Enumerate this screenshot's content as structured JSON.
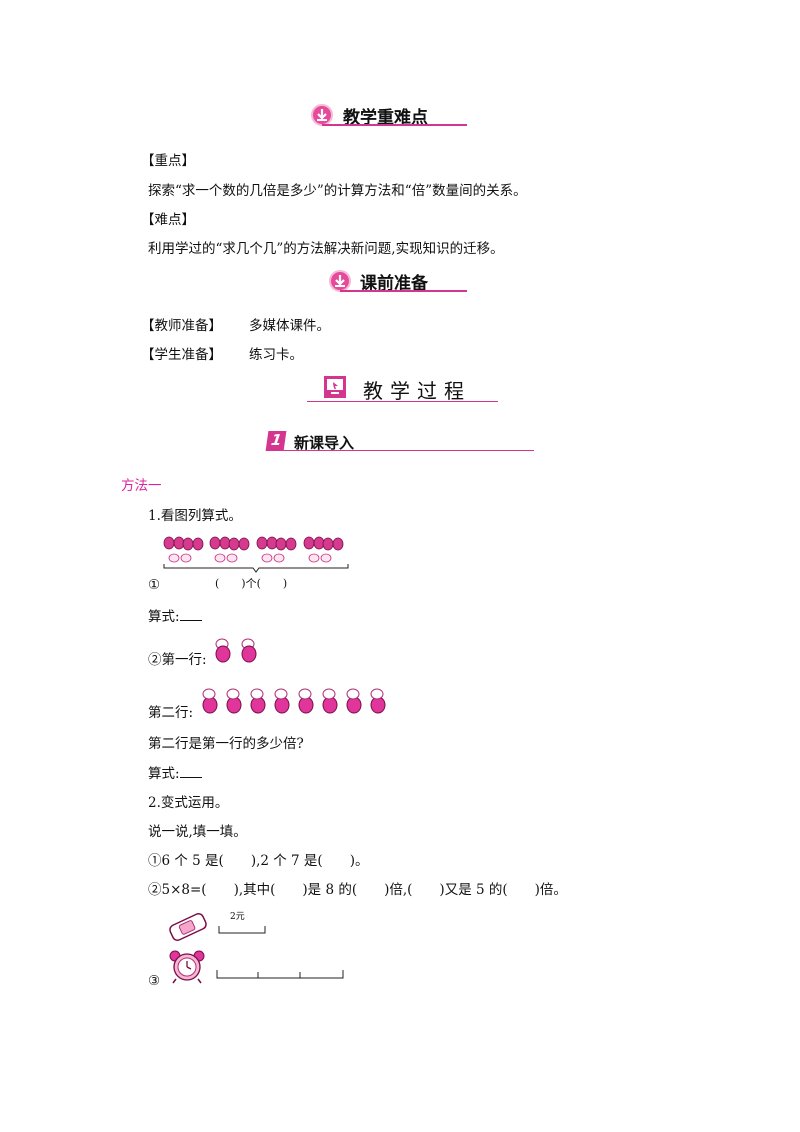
{
  "sections": {
    "difficulty": {
      "title": "教学重难点"
    },
    "prep": {
      "title": "课前准备"
    },
    "process": {
      "title": "教学过程"
    },
    "intro": {
      "number": "1",
      "title": "新课导入"
    }
  },
  "difficulty": {
    "key_label": "【重点】",
    "key_text": "探索“求一个数的几倍是多少”的计算方法和“倍”数量间的关系。",
    "hard_label": "【难点】",
    "hard_text": "利用学过的“求几个几”的方法解决新问题,实现知识的迁移。"
  },
  "prep": {
    "teacher_label": "【教师准备】",
    "teacher_text": "多媒体课件。",
    "student_label": "【学生准备】",
    "student_text": "练习卡。"
  },
  "method": "方法一",
  "exercise1": {
    "heading": "1.看图列算式。",
    "item1_marker": "①",
    "item1_caption": "(　　)个(　　)",
    "formula_label": "算式:",
    "item2_row1": "②第一行:",
    "item2_row2": "第二行:",
    "question": "第二行是第一行的多少倍?",
    "formula_label2": "算式:"
  },
  "exercise2": {
    "heading": "2.变式运用。",
    "instruction": "说一说,填一填。",
    "line1": "①6 个 5 是(　　),2 个 7 是(　　)。",
    "line2": "②5×8=(　　),其中(　　)是 8 的(　　)倍,(　　)又是 5 的(　　)倍。",
    "price_label": "2元",
    "item3_marker": "③"
  },
  "colors": {
    "accent": "#d4358f",
    "method": "#e0219e"
  }
}
